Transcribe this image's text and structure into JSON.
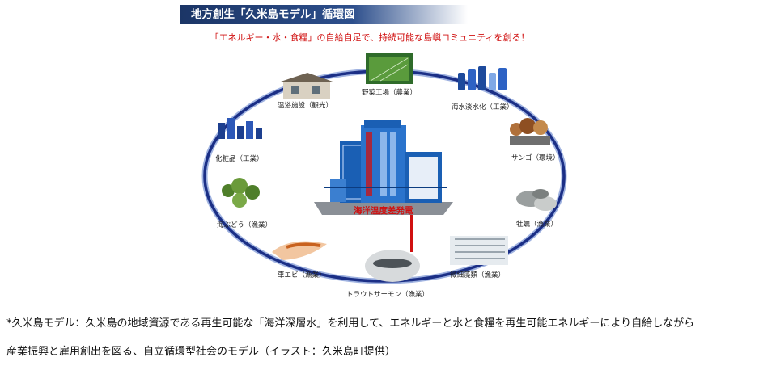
{
  "header": {
    "title": "地方創生「久米島モデル」循環図",
    "subtitle": "「エネルギー・水・食糧」の自給自足で、持続可能な島嶼コミュニティを創る！"
  },
  "diagram": {
    "center_label": "海洋温度差発電",
    "nodes": [
      {
        "id": "vegetable-factory",
        "label": "野菜工場（農業）"
      },
      {
        "id": "desalination",
        "label": "海水淡水化（工業）"
      },
      {
        "id": "coral",
        "label": "サンゴ（環境）"
      },
      {
        "id": "oyster",
        "label": "牡蠣（漁業）"
      },
      {
        "id": "microalgae",
        "label": "微細藻類（漁業）"
      },
      {
        "id": "trout-salmon",
        "label": "トラウトサーモン（漁業）"
      },
      {
        "id": "kuruma-shrimp",
        "label": "車エビ（漁業）"
      },
      {
        "id": "sea-grapes",
        "label": "海ぶどう（漁業）"
      },
      {
        "id": "cosmetics",
        "label": "化粧品（工業）"
      },
      {
        "id": "bathing-facility",
        "label": "温浴施設（観光）"
      }
    ],
    "colors": {
      "ring": "#1b2f86",
      "ring_glow": "#9fb2e0",
      "accent": "#d01010",
      "plant": "#1a5fb4"
    }
  },
  "footnote": {
    "line1": "*久米島モデル：久米島の地域資源である再生可能な「海洋深層水」を利用して、エネルギーと水と食糧を再生可能エネルギーにより自給しながら",
    "line2": "産業振興と雇用創出を図る、自立循環型社会のモデル（イラスト：久米島町提供）"
  }
}
